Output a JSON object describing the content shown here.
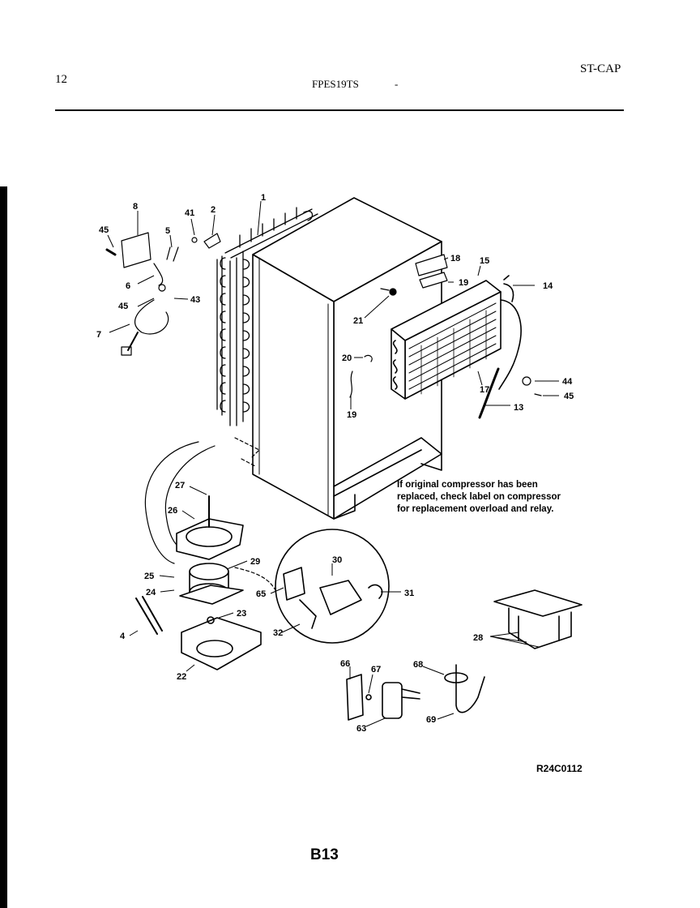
{
  "header": {
    "page_number": "12",
    "model": "FPES19TS",
    "dash": "-",
    "code": "ST-CAP"
  },
  "note": {
    "line1": "If original compressor has been",
    "line2": "replaced, check label on compressor",
    "line3": "for replacement overload and relay."
  },
  "drawing_code": "R24C0112",
  "page_label": "B13",
  "callouts": {
    "c1": "1",
    "c2": "2",
    "c4": "4",
    "c5": "5",
    "c6": "6",
    "c7": "7",
    "c8": "8",
    "c13": "13",
    "c14": "14",
    "c15": "15",
    "c17": "17",
    "c18": "18",
    "c19a": "19",
    "c19b": "19",
    "c20": "20",
    "c21": "21",
    "c22": "22",
    "c23": "23",
    "c24": "24",
    "c25": "25",
    "c26": "26",
    "c27": "27",
    "c28": "28",
    "c29": "29",
    "c30": "30",
    "c31": "31",
    "c32": "32",
    "c41": "41",
    "c43": "43",
    "c44": "44",
    "c45a": "45",
    "c45b": "45",
    "c45c": "45",
    "c63": "63",
    "c65": "65",
    "c66": "66",
    "c67": "67",
    "c68": "68",
    "c69": "69"
  }
}
